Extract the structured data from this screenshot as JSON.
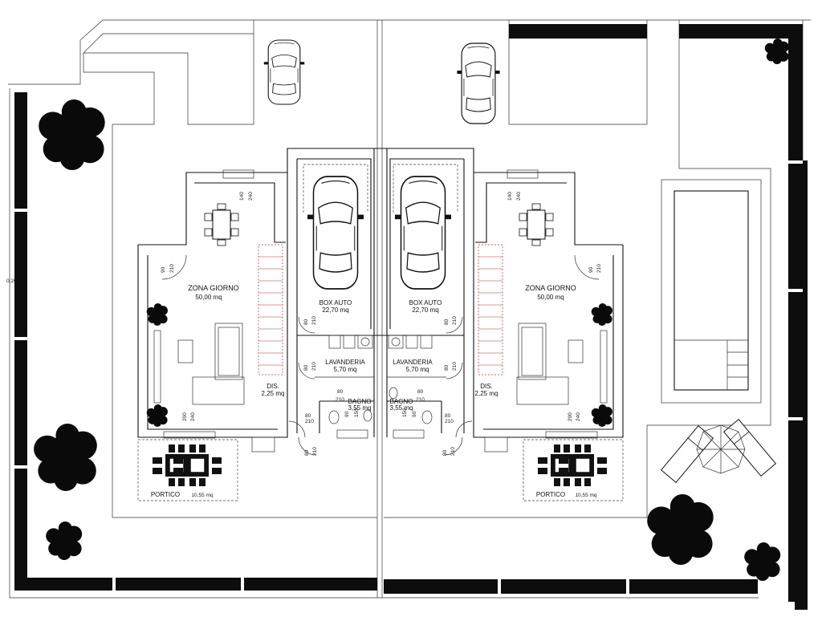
{
  "left_unit": {
    "zona_giorno": {
      "name": "ZONA GIORNO",
      "area": "50,00 mq"
    },
    "box_auto": {
      "name": "BOX AUTO",
      "area": "22,70 mq"
    },
    "lavanderia": {
      "name": "LAVANDERIA",
      "area": "5,70 mq"
    },
    "bagno": {
      "name": "BAGNO",
      "area": "3,55 mq"
    },
    "dis": {
      "name": "DIS.",
      "area": "2,25 mq"
    },
    "portico": {
      "name": "PORTICO",
      "area": "10,55 mq"
    }
  },
  "right_unit": {
    "zona_giorno": {
      "name": "ZONA GIORNO",
      "area": "50,00 mq"
    },
    "box_auto": {
      "name": "BOX AUTO",
      "area": "22,70 mq"
    },
    "lavanderia": {
      "name": "LAVANDERIA",
      "area": "5,70 mq"
    },
    "bagno": {
      "name": "BAGNO",
      "area": "3,55 mq"
    },
    "dis": {
      "name": "DIS.",
      "area": "2,25 mq"
    },
    "portico": {
      "name": "PORTICO",
      "area": "10,55 mq"
    }
  },
  "dims": {
    "d140": "140",
    "d240": "240",
    "d90": "90",
    "d80": "80",
    "d210": "210",
    "d200": "200",
    "d150": "150",
    "d020": "0,20"
  },
  "icons": [
    "car-icon",
    "tree-icon",
    "dining-table-icon",
    "sofa-icon",
    "pool-icon",
    "sunbed-icon",
    "umbrella-icon"
  ]
}
